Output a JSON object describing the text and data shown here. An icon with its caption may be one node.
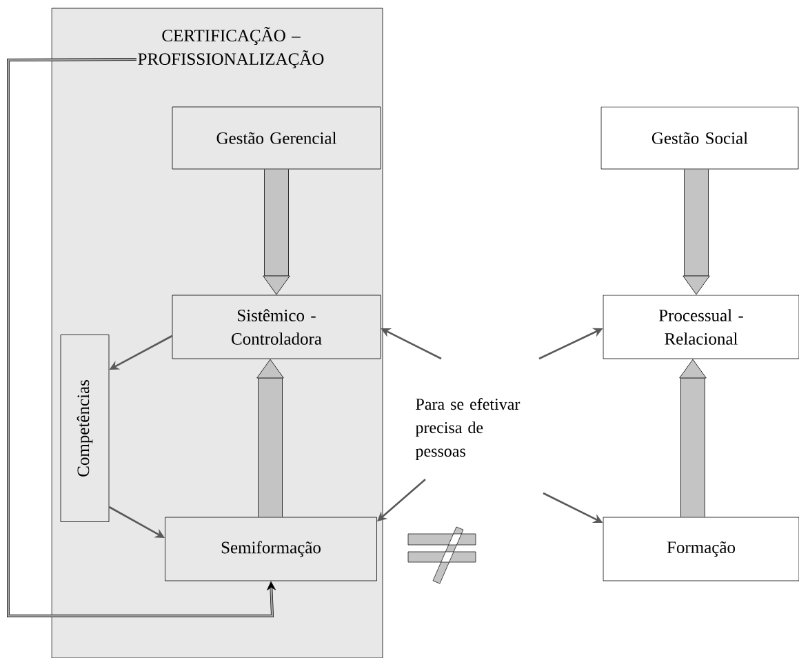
{
  "diagram": {
    "nodes": [
      {
        "text": [],
        "shape": "box"
      },
      {
        "text": [
          "CERTIFICAÇÃO – PROFISSIONALIZAÇÃO"
        ],
        "in": 0
      },
      {
        "text": [
          "Gestão Gerencial"
        ],
        "in": 0
      },
      {
        "text": [
          "Gestão Social"
        ]
      },
      {
        "text": [
          "Sistêmico - Controladora"
        ],
        "in": 0
      },
      {
        "text": [
          "Processual - Relacional"
        ]
      },
      {
        "text": [
          "Competências"
        ],
        "in": 0
      },
      {
        "text": [
          "Para se efetivar precisa de pessoas"
        ]
      },
      {
        "text": [
          "Semiformação"
        ],
        "in": 0
      },
      {
        "text": [
          "Formação"
        ]
      }
    ],
    "edges": [
      {
        "from": 2,
        "to": 4,
        "arrow": "to",
        "style": "thick"
      },
      {
        "from": 3,
        "to": 5,
        "arrow": "to",
        "style": "thick"
      },
      {
        "from": 4,
        "to": 6,
        "arrow": "to"
      },
      {
        "from": 7,
        "to": 4,
        "arrow": "to"
      },
      {
        "from": 7,
        "to": 5,
        "arrow": "to"
      },
      {
        "from": 8,
        "to": 4,
        "arrow": "to",
        "style": "thick"
      },
      {
        "from": 9,
        "to": 5,
        "arrow": "to",
        "style": "thick"
      },
      {
        "from": 6,
        "to": 8,
        "arrow": "to"
      },
      {
        "from": 7,
        "to": 8,
        "arrow": "to"
      },
      {
        "from": 7,
        "to": 9,
        "arrow": "to"
      },
      {
        "from": 1,
        "to": 8,
        "arrow": "to"
      }
    ]
  }
}
